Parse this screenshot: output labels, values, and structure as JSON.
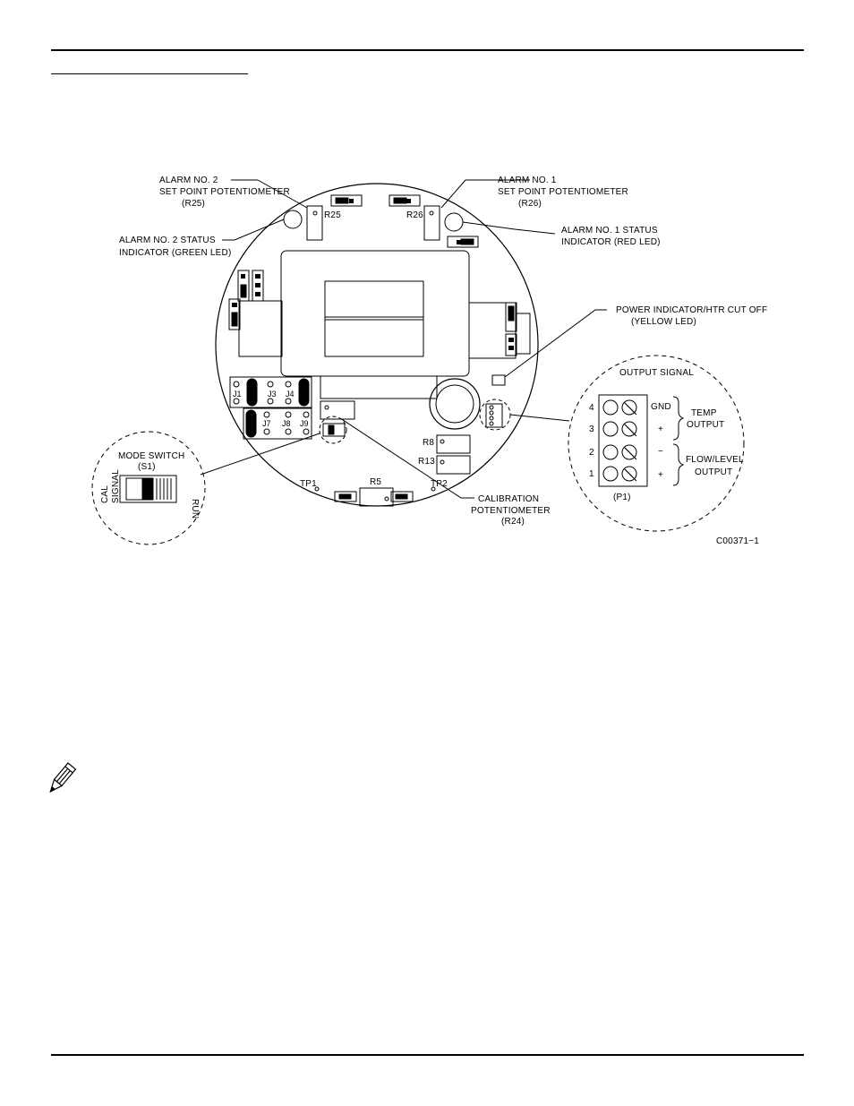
{
  "labels": {
    "alarm2_line1": "ALARM  NO.  2",
    "alarm2_line2": "SET  POINT  POTENTIOMETER",
    "alarm2_line3": "(R25)",
    "alarm1_line1": "ALARM  NO.  1",
    "alarm1_line2": "SET  POINT  POTENTIOMETER",
    "alarm1_line3": "(R26)",
    "alarm2_status_1": "ALARM  NO.  2  STATUS",
    "alarm2_status_2": "INDICATOR  (GREEN  LED)",
    "alarm1_status_1": "ALARM  NO.  1  STATUS",
    "alarm1_status_2": "INDICATOR  (RED  LED)",
    "power_1": "POWER  INDICATOR/HTR  CUT  OFF",
    "power_2": "(YELLOW  LED)",
    "mode_1": "MODE  SWITCH",
    "mode_2": "(S1)",
    "cal_1": "CAL",
    "cal_2": "SIGNAL",
    "run": "RUN",
    "calib_1": "CALIBRATION",
    "calib_2": "POTENTIOMETER",
    "calib_3": "(R24)",
    "output_signal": "OUTPUT  SIGNAL",
    "gnd": "GND",
    "plus": "+",
    "minus": "−",
    "temp_1": "TEMP",
    "temp_2": "OUTPUT",
    "flow_1": "FLOW/LEVEL",
    "flow_2": "OUTPUT",
    "p1": "(P1)",
    "figure_code": "C00371−1"
  },
  "board": {
    "r25": "R25",
    "r26": "R26",
    "r8": "R8",
    "r13": "R13",
    "r5": "R5",
    "tp1": "TP1",
    "tp2": "TP2",
    "j1": "J1",
    "j3": "J3",
    "j4": "J4",
    "j7": "J7",
    "j8": "J8",
    "j9": "J9"
  },
  "terminals": [
    "4",
    "3",
    "2",
    "1"
  ]
}
